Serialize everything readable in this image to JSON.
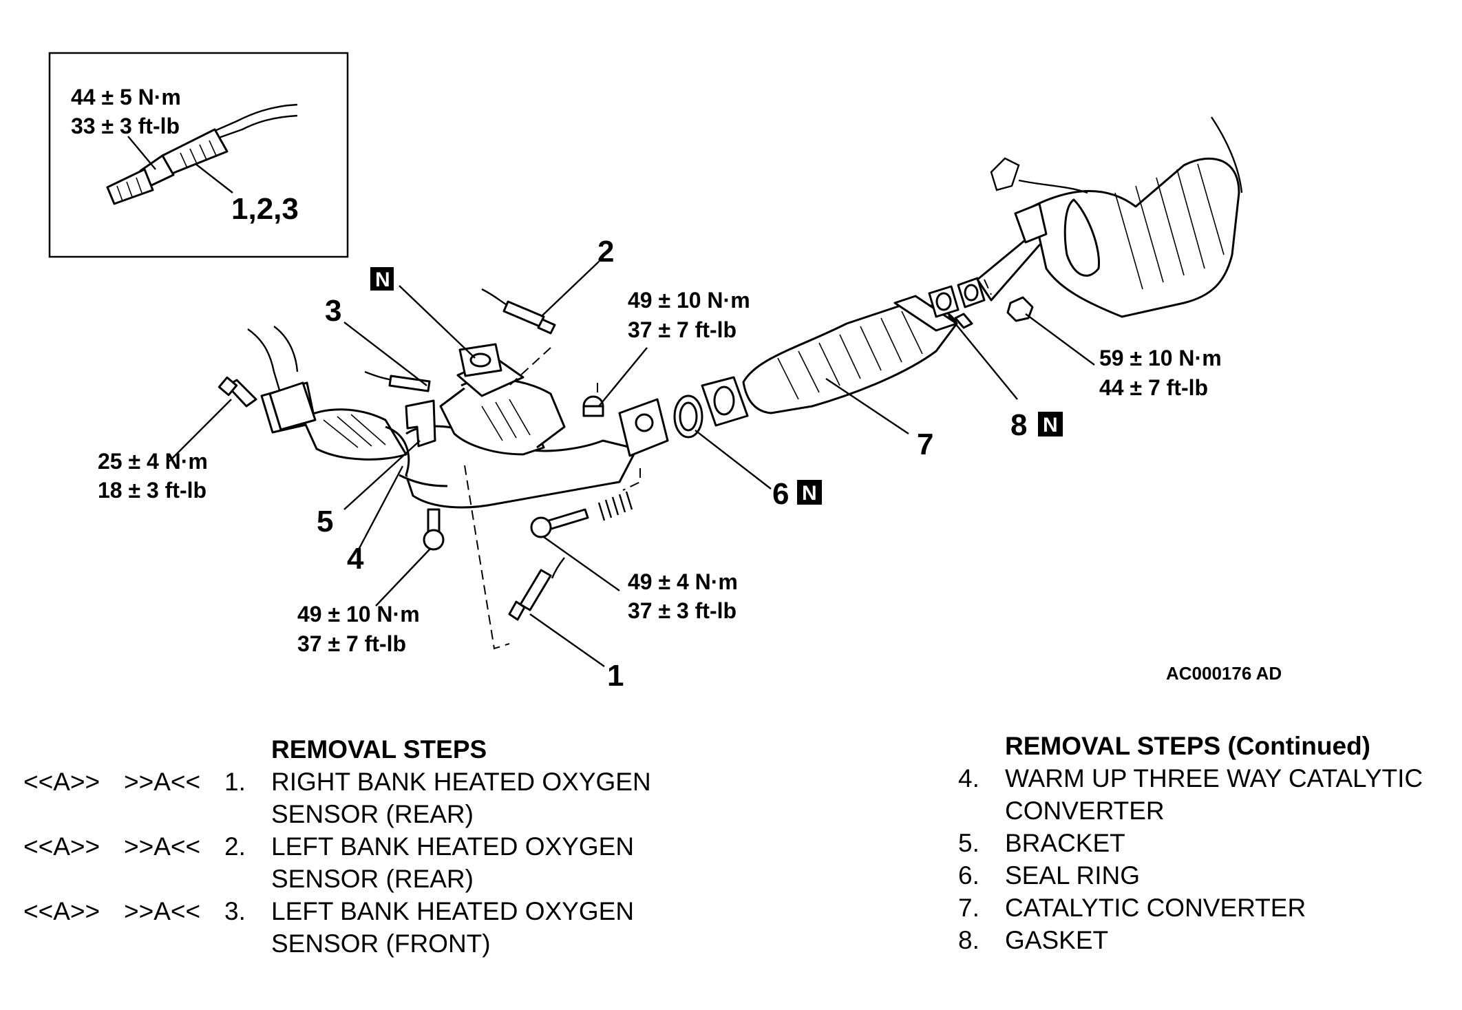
{
  "inset": {
    "torque_line1": "44 ± 5 N·m",
    "torque_line2": "33 ± 3 ft-lb",
    "callout": "1,2,3"
  },
  "callouts": {
    "c1": "1",
    "c2": "2",
    "c3": "3",
    "c4": "4",
    "c5": "5",
    "c6": "6",
    "c7": "7",
    "c8": "8",
    "n_mark": "N"
  },
  "torques": {
    "t_bolt_left": [
      "25 ± 4 N·m",
      "18 ± 3 ft-lb"
    ],
    "t_bracket_bolt": [
      "49 ± 10 N·m",
      "37 ± 7 ft-lb"
    ],
    "t_spring_bolt": [
      "49 ± 4 N·m",
      "37 ± 3 ft-lb"
    ],
    "t_nut_top": [
      "49 ± 10 N·m",
      "37 ± 7 ft-lb"
    ],
    "t_muffler_nut": [
      "59 ± 10 N·m",
      "44 ± 7 ft-lb"
    ]
  },
  "figure_id": "AC000176 AD",
  "removal_steps": {
    "heading": "REMOVAL STEPS",
    "items": [
      {
        "mark_a": "<<A>>",
        "mark_b": ">>A<<",
        "num": "1.",
        "line1": "RIGHT BANK HEATED OXYGEN",
        "line2": "SENSOR (REAR)"
      },
      {
        "mark_a": "<<A>>",
        "mark_b": ">>A<<",
        "num": "2.",
        "line1": "LEFT BANK HEATED OXYGEN",
        "line2": "SENSOR (REAR)"
      },
      {
        "mark_a": "<<A>>",
        "mark_b": ">>A<<",
        "num": "3.",
        "line1": "LEFT BANK HEATED OXYGEN",
        "line2": "SENSOR (FRONT)"
      }
    ]
  },
  "removal_steps_continued": {
    "heading": "REMOVAL STEPS (Continued)",
    "items": [
      {
        "num": "4.",
        "line1": "WARM UP THREE WAY CATALYTIC",
        "line2": "CONVERTER"
      },
      {
        "num": "5.",
        "line1": "BRACKET"
      },
      {
        "num": "6.",
        "line1": "SEAL RING"
      },
      {
        "num": "7.",
        "line1": "CATALYTIC CONVERTER"
      },
      {
        "num": "8.",
        "line1": "GASKET"
      }
    ]
  }
}
